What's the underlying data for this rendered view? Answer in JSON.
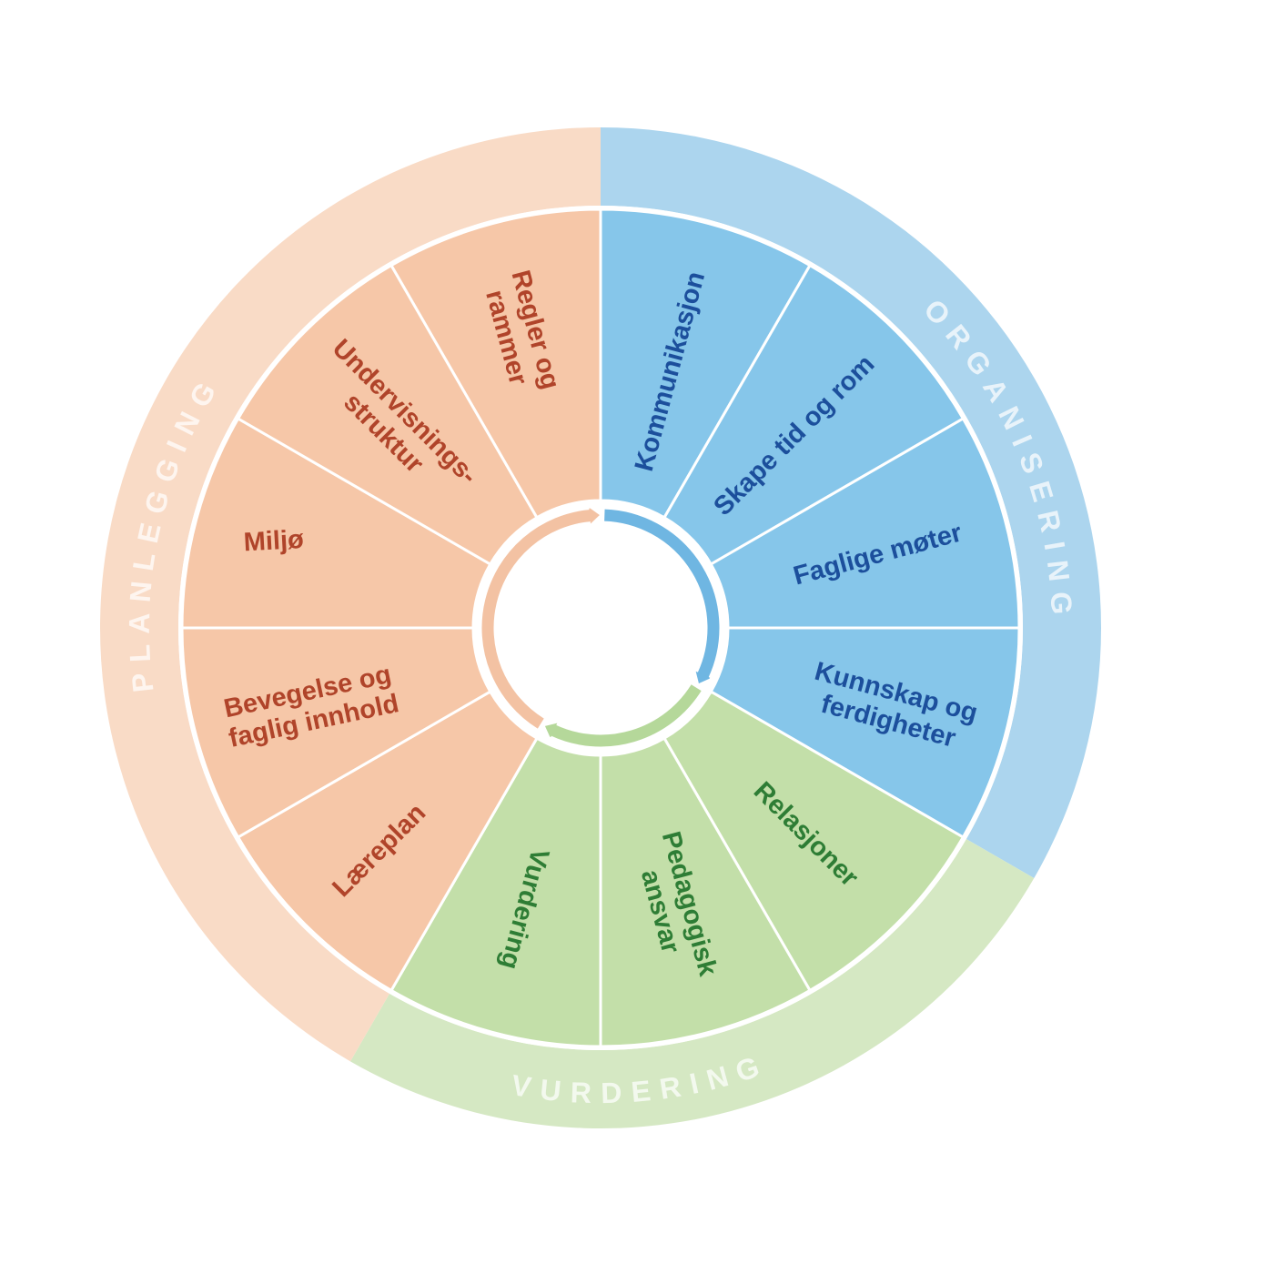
{
  "groups": [
    {
      "id": "organisering",
      "label": "ORGANISERING",
      "band_color": "#acd5ee",
      "segment_color": "#86c6ea",
      "text_color": "#1c4f9c",
      "arrow_color": "#6fb6e2",
      "segments": [
        [
          "Kommunikasjon"
        ],
        [
          "Skape tid og rom"
        ],
        [
          "Faglige møter"
        ],
        [
          "Kunnskap og",
          "ferdigheter"
        ]
      ]
    },
    {
      "id": "vurdering",
      "label": "VURDERING",
      "band_color": "#d5e8c3",
      "segment_color": "#c3dfa9",
      "text_color": "#2e7d35",
      "arrow_color": "#b5d89a",
      "segments": [
        [
          "Relasjoner"
        ],
        [
          "Pedagogisk",
          "ansvar"
        ],
        [
          "Vurdering"
        ]
      ]
    },
    {
      "id": "planlegging",
      "label": "PLANLEGGING",
      "band_color": "#f9dbc6",
      "segment_color": "#f6c7a8",
      "text_color": "#b0442a",
      "arrow_color": "#f3c2a3",
      "segments": [
        [
          "Læreplan"
        ],
        [
          "Bevegelse og",
          "faglig innhold"
        ],
        [
          "Miljø"
        ],
        [
          "Undervisnings-",
          "struktur"
        ],
        [
          "Regler og",
          "rammer"
        ]
      ]
    }
  ]
}
